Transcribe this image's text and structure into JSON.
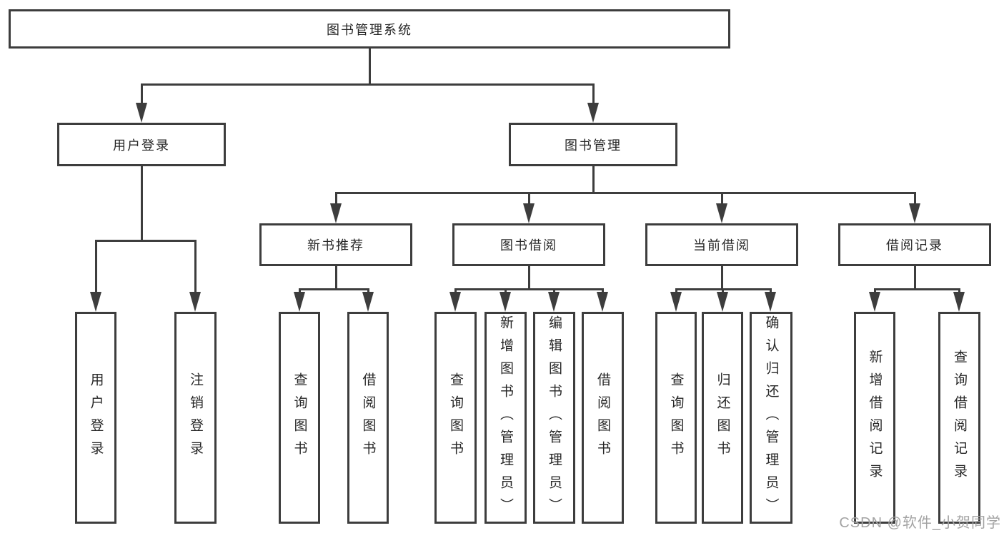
{
  "tree": {
    "label": "图书管理系统",
    "children": [
      {
        "label": "用户登录",
        "children": [
          {
            "label": "用户登录"
          },
          {
            "label": "注销登录"
          }
        ]
      },
      {
        "label": "图书管理",
        "children": [
          {
            "label": "新书推荐",
            "children": [
              {
                "label": "查询图书"
              },
              {
                "label": "借阅图书"
              }
            ]
          },
          {
            "label": "图书借阅",
            "children": [
              {
                "label": "查询图书"
              },
              {
                "label": "新增图书（管理员）"
              },
              {
                "label": "编辑图书（管理员）"
              },
              {
                "label": "借阅图书"
              }
            ]
          },
          {
            "label": "当前借阅",
            "children": [
              {
                "label": "查询图书"
              },
              {
                "label": "归还图书"
              },
              {
                "label": "确认归还（管理员）"
              }
            ]
          },
          {
            "label": "借阅记录",
            "children": [
              {
                "label": "新增借阅记录"
              },
              {
                "label": "查询借阅记录"
              }
            ]
          }
        ]
      }
    ]
  },
  "watermark": {
    "text": "CSDN @软件_小贺同学"
  },
  "colors": {
    "line": "#3d3d3d",
    "text": "#262626",
    "watermark": "#a3a3a3",
    "background": "#ffffff"
  }
}
